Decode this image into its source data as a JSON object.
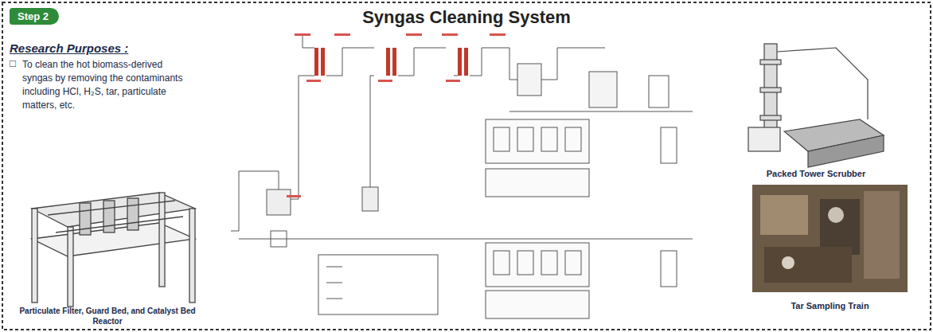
{
  "diagram": {
    "title": "Syngas Cleaning System",
    "nodes": [
      {
        "text": [
          "Step 2"
        ]
      }
    ],
    "labels": [
      "Research Purposes :",
      "□",
      "To clean the hot biomass-derived syngas by removing the contaminants including HCl, H₂S, tar, particulate matters, etc.",
      "Particulate Filter, Guard Bed, and Catalyst Bed Reactor",
      "Packed Tower Scrubber",
      "Tar Sampling Train"
    ]
  }
}
